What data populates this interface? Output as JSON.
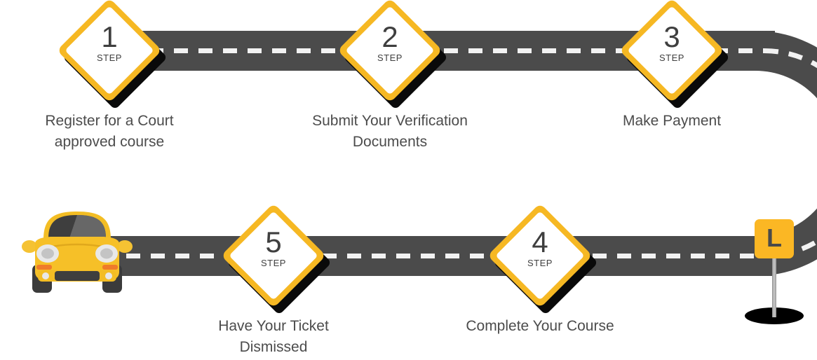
{
  "title": "Ticket Dismissal Process Roadmap",
  "colors": {
    "road": "#4b4b4b",
    "road_dash": "#f2f2f2",
    "sign_yellow": "#f6b823",
    "plate_yellow": "#fbb724",
    "text_gray": "#4c4c4c",
    "number_gray": "#3f3f3f",
    "shadow_black": "#0a0a0a",
    "car_body": "#f6c028",
    "car_window": "#3f3f3f",
    "background": "#ffffff"
  },
  "step_label": "STEP",
  "steps": [
    {
      "number": "1",
      "step_word": "STEP",
      "caption": "Register for a Court\napproved course",
      "caption_line1": "Register for a Court",
      "caption_line2": "approved course"
    },
    {
      "number": "2",
      "step_word": "STEP",
      "caption": "Submit Your Verification\nDocuments",
      "caption_line1": "Submit Your Verification",
      "caption_line2": "Documents"
    },
    {
      "number": "3",
      "step_word": "STEP",
      "caption": "Make Payment",
      "caption_line1": "Make Payment",
      "caption_line2": ""
    },
    {
      "number": "4",
      "step_word": "STEP",
      "caption": "Complete Your Course",
      "caption_line1": "Complete Your Course",
      "caption_line2": ""
    },
    {
      "number": "5",
      "step_word": "STEP",
      "caption": "Have Your Ticket\nDismissed",
      "caption_line1": "Have Your Ticket",
      "caption_line2": "Dismissed"
    }
  ],
  "learner_sign": {
    "letter": "L",
    "name": "learner-plate"
  },
  "vehicle": {
    "name": "yellow-car",
    "description": "yellow compact car front view"
  },
  "icons": {
    "road": "road-path-icon",
    "car": "car-icon",
    "l_plate": "learner-plate-icon",
    "diamond": "diamond-step-icon"
  }
}
